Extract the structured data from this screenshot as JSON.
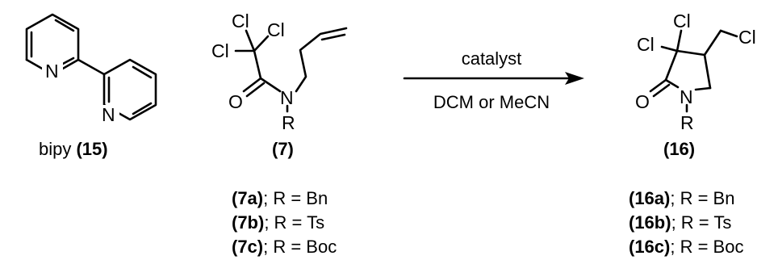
{
  "bipy": {
    "atoms": {
      "n1": "N",
      "n2": "N"
    },
    "caption": {
      "name": "bipy",
      "number": "(15)"
    }
  },
  "reactant": {
    "atoms": {
      "cl_a": "Cl",
      "cl_b": "Cl",
      "cl_c": "Cl",
      "o": "O",
      "n": "N",
      "r": "R"
    },
    "number": "(7)",
    "variants": [
      {
        "id": "(7a)",
        "text": "; R = Bn"
      },
      {
        "id": "(7b)",
        "text": "; R = Ts"
      },
      {
        "id": "(7c)",
        "text": "; R = Boc"
      }
    ]
  },
  "arrow": {
    "above": "catalyst",
    "below": "DCM or MeCN"
  },
  "product": {
    "atoms": {
      "cl_a": "Cl",
      "cl_b": "Cl",
      "cl_c": "Cl",
      "o": "O",
      "n": "N",
      "r": "R"
    },
    "number": "(16)",
    "variants": [
      {
        "id": "(16a)",
        "text": "; R = Bn"
      },
      {
        "id": "(16b)",
        "text": "; R = Ts"
      },
      {
        "id": "(16c)",
        "text": "; R = Boc"
      }
    ]
  }
}
